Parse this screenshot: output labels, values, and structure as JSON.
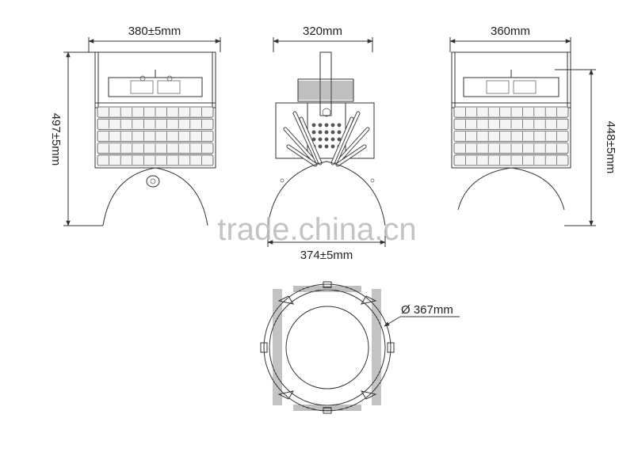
{
  "dimensions": {
    "front_width": "380±5mm",
    "side_width": "320mm",
    "right_width": "360mm",
    "left_height": "497±5mm",
    "right_height": "448±5mm",
    "reflector_width": "374±5mm",
    "diameter": "Ø 367mm"
  },
  "watermark": "trade.china.cn"
}
